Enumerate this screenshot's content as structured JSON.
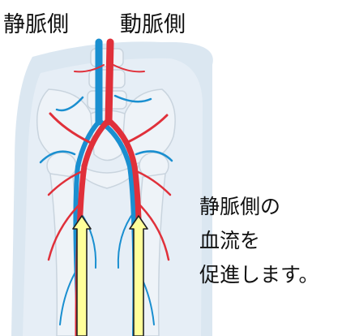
{
  "labels": {
    "vein_side": "静脈側",
    "artery_side": "動脈側"
  },
  "caption": {
    "line1": "静脈側の",
    "line2": "血流を",
    "line3": "促進します。"
  },
  "colors": {
    "artery": "#e0303a",
    "vein": "#1a8fd0",
    "bone_fill": "#eef3f8",
    "bone_stroke": "#c9d4de",
    "body_silhouette": "#dbe7f1",
    "arrow_fill": "#ffff9a",
    "arrow_stroke": "#222222"
  }
}
